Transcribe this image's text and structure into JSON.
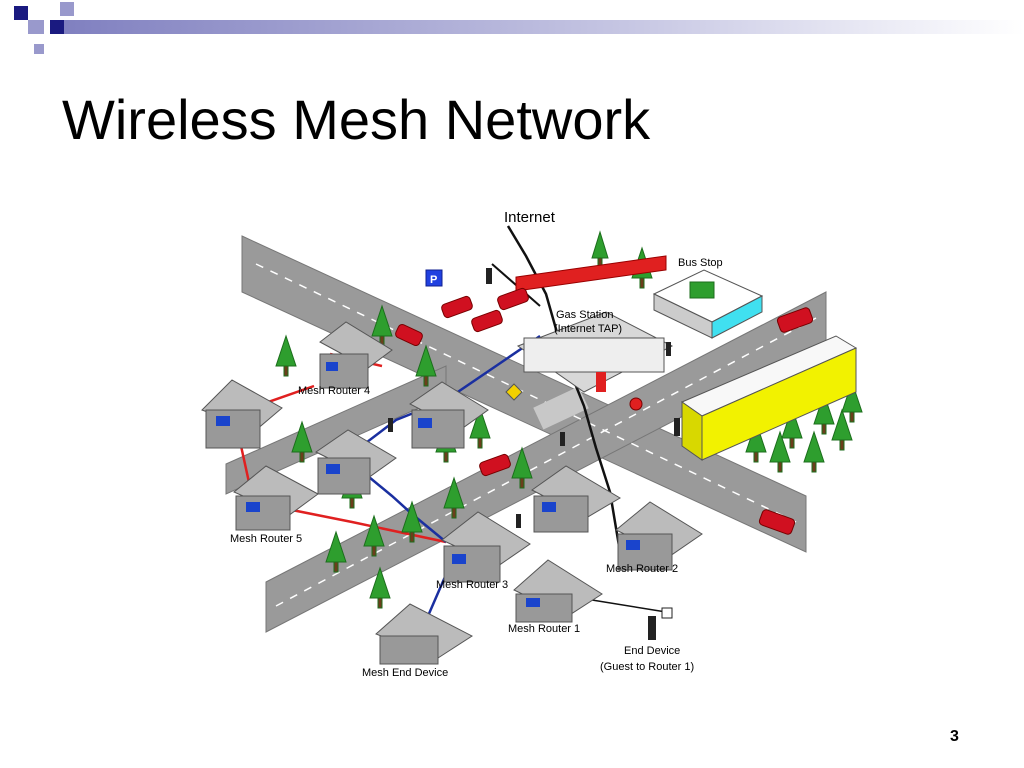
{
  "slide": {
    "title": "Wireless Mesh Network",
    "page_number": "3"
  },
  "theme": {
    "accent_dark": "#1a1a80",
    "accent_light": "#9999cc",
    "road": "#9a9a9a",
    "tree": "#2e9e2e",
    "house_roof": "#bbbbbb",
    "house_wall": "#999999",
    "screen": "#1a44cc",
    "red_link": "#e02020",
    "blue_link": "#1a2fa0",
    "internet_link": "#111111",
    "bus": "#f2f200",
    "car": "#d01020"
  },
  "diagram": {
    "labels": {
      "internet": "Internet",
      "bus_stop": "Bus Stop",
      "gas_station": "Gas Station",
      "internet_tap": "(Internet TAP)",
      "mesh_router_1": "Mesh Router 1",
      "mesh_router_2": "Mesh Router 2",
      "mesh_router_3": "Mesh Router 3",
      "mesh_router_4": "Mesh Router 4",
      "mesh_router_5": "Mesh Router 5",
      "mesh_end_device": "Mesh End Device",
      "end_device": "End Device",
      "guest_note": "(Guest to Router 1)",
      "parking_sign": "P"
    }
  }
}
